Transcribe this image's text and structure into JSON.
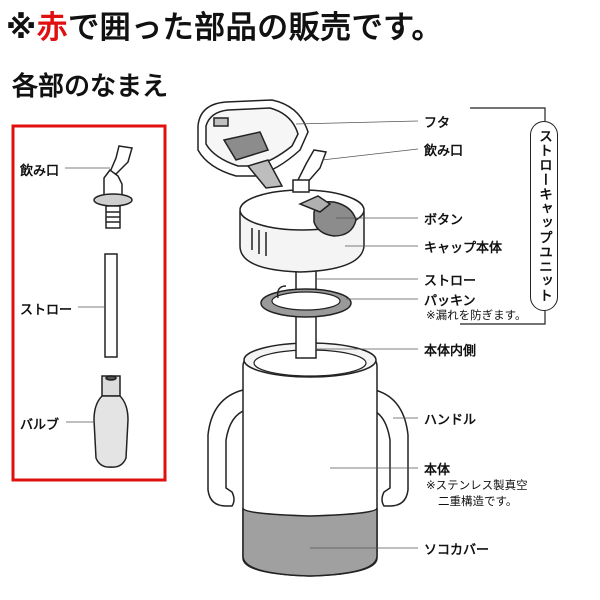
{
  "header": {
    "prefix": "※",
    "highlight": "赤",
    "rest": "で囲った部品の販売です。"
  },
  "subheading": "各部のなまえ",
  "parts_box": {
    "border_color": "#e01010",
    "labels": {
      "drinking_spout": "飲み口",
      "straw": "ストロー",
      "valve": "バルブ"
    }
  },
  "callouts": {
    "lid": "フタ",
    "spout": "飲み口",
    "button": "ボタン",
    "cap_body": "キャップ本体",
    "straw": "ストロー",
    "packing": "パッキン",
    "packing_note": "※漏れを防ぎます。",
    "inner": "本体内側",
    "handle": "ハンドル",
    "body": "本体",
    "body_note_1": "※ステンレス製真空",
    "body_note_2": "二重構造です。",
    "sole_cover": "ソコカバー"
  },
  "unit_bracket_label": "ストローキャップユニット",
  "accent_color": "#e01010"
}
